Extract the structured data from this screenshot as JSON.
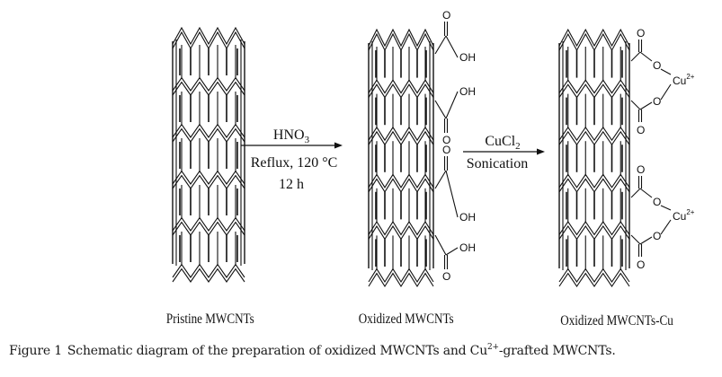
{
  "figure": {
    "type": "schematic",
    "structures": [
      {
        "id": "pristine",
        "label": "Pristine MWCNTs",
        "groups": []
      },
      {
        "id": "oxidized",
        "label": "Oxidized MWCNTs",
        "groups": [
          {
            "o": "O",
            "oh": "OH"
          },
          {
            "o": "O",
            "oh": "OH"
          },
          {
            "o": "O",
            "oh": "OH"
          },
          {
            "o": "O",
            "oh": "OH"
          }
        ]
      },
      {
        "id": "oxidized-cu",
        "label": "Oxidized MWCNTs-Cu",
        "chelates": [
          {
            "o_top": "O",
            "o_bridge_top": "O",
            "o_bridge_bottom": "O",
            "o_bottom": "O",
            "metal": "Cu",
            "charge": "2+"
          },
          {
            "o_top": "O",
            "o_bridge_top": "O",
            "o_bridge_bottom": "O",
            "o_bottom": "O",
            "metal": "Cu",
            "charge": "2+"
          }
        ]
      }
    ],
    "steps": [
      {
        "reagent_main": "HNO",
        "reagent_sub": "3",
        "condition_1": "Reflux, 120 °C",
        "condition_2": "12 h"
      },
      {
        "reagent_main": "CuCl",
        "reagent_sub": "2",
        "condition_1": "Sonication"
      }
    ]
  },
  "caption": {
    "figure_number": "Figure 1",
    "text_before": "Schematic diagram of the preparation of oxidized MWCNTs and Cu",
    "superscript": "2+",
    "text_after": "-grafted MWCNTs."
  }
}
